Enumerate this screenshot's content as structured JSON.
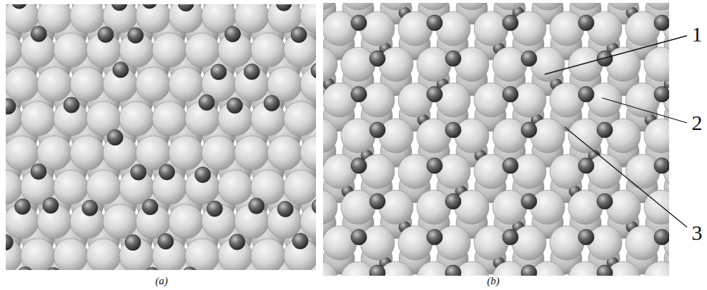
{
  "diagram": {
    "labels": [
      "1",
      "2",
      "3",
      "(a)",
      "(b)"
    ]
  }
}
